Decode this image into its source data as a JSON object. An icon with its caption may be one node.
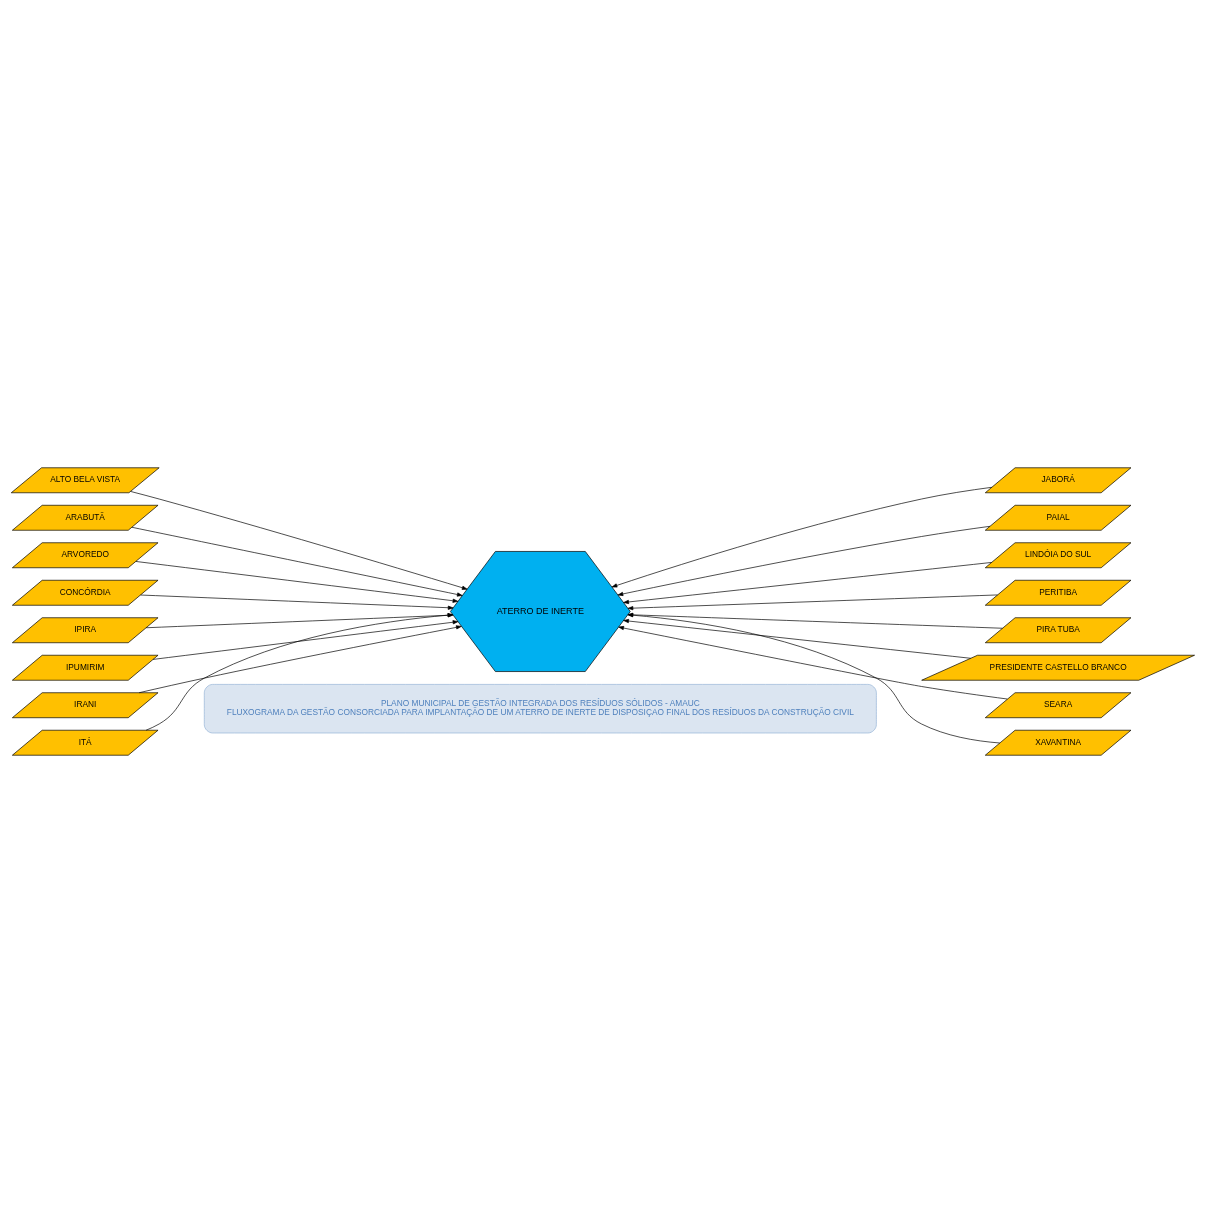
{
  "diagram": {
    "nodes": [
      {
        "text": [
          "PLANO MUNICIPAL DE GESTÃO INTEGRADA DOS RESÍDUOS SÓLIDOS - AMAUC",
          "FLUXOGRAMA DA GESTÃO CONSORCIADA PARA IMPLANTAÇÃO DE UM ATERRO DE INERTE DE DISPOSIÇAO FINAL DOS RESÍDUOS DA CONSTRUÇÃO CIVIL"
        ]
      },
      {
        "text": [
          "ALTO BELA VISTA"
        ]
      },
      {
        "text": [
          "ARABUTÃ"
        ]
      },
      {
        "text": [
          "ARVOREDO"
        ]
      },
      {
        "text": [
          "CONCÓRDIA"
        ]
      },
      {
        "text": [
          "IPIRA"
        ]
      },
      {
        "text": [
          "IPUMIRIM"
        ]
      },
      {
        "text": [
          "IRANI"
        ]
      },
      {
        "text": [
          "ITÁ"
        ]
      },
      {
        "text": [
          "JABORÁ"
        ]
      },
      {
        "text": [
          "PAIAL"
        ]
      },
      {
        "text": [
          "LINDÓIA DO SUL"
        ]
      },
      {
        "text": [
          "PERITIBA"
        ]
      },
      {
        "text": [
          "PIRA TUBA"
        ]
      },
      {
        "text": [
          "PRESIDENTE CASTELLO BRANCO"
        ]
      },
      {
        "text": [
          "SEARA"
        ]
      },
      {
        "text": [
          "XAVANTINA"
        ]
      },
      {
        "text": [
          "ATERRO DE INERTE"
        ]
      }
    ],
    "edges": [
      {
        "from": 1,
        "to": 17,
        "arrow": "to"
      },
      {
        "from": 2,
        "to": 17,
        "arrow": "to"
      },
      {
        "from": 3,
        "to": 17,
        "arrow": "to"
      },
      {
        "from": 4,
        "to": 17,
        "arrow": "to"
      },
      {
        "from": 5,
        "to": 17,
        "arrow": "to"
      },
      {
        "from": 6,
        "to": 17,
        "arrow": "to"
      },
      {
        "from": 7,
        "to": 17,
        "arrow": "to"
      },
      {
        "from": 8,
        "to": 17,
        "arrow": "to"
      },
      {
        "from": 9,
        "to": 17,
        "arrow": "to"
      },
      {
        "from": 10,
        "to": 17,
        "arrow": "to"
      },
      {
        "from": 11,
        "to": 17,
        "arrow": "to"
      },
      {
        "from": 12,
        "to": 17,
        "arrow": "to"
      },
      {
        "from": 13,
        "to": 17,
        "arrow": "to"
      },
      {
        "from": 14,
        "to": 17,
        "arrow": "to"
      },
      {
        "from": 15,
        "to": 17,
        "arrow": "to"
      },
      {
        "from": 16,
        "to": 17,
        "arrow": "to"
      }
    ]
  }
}
